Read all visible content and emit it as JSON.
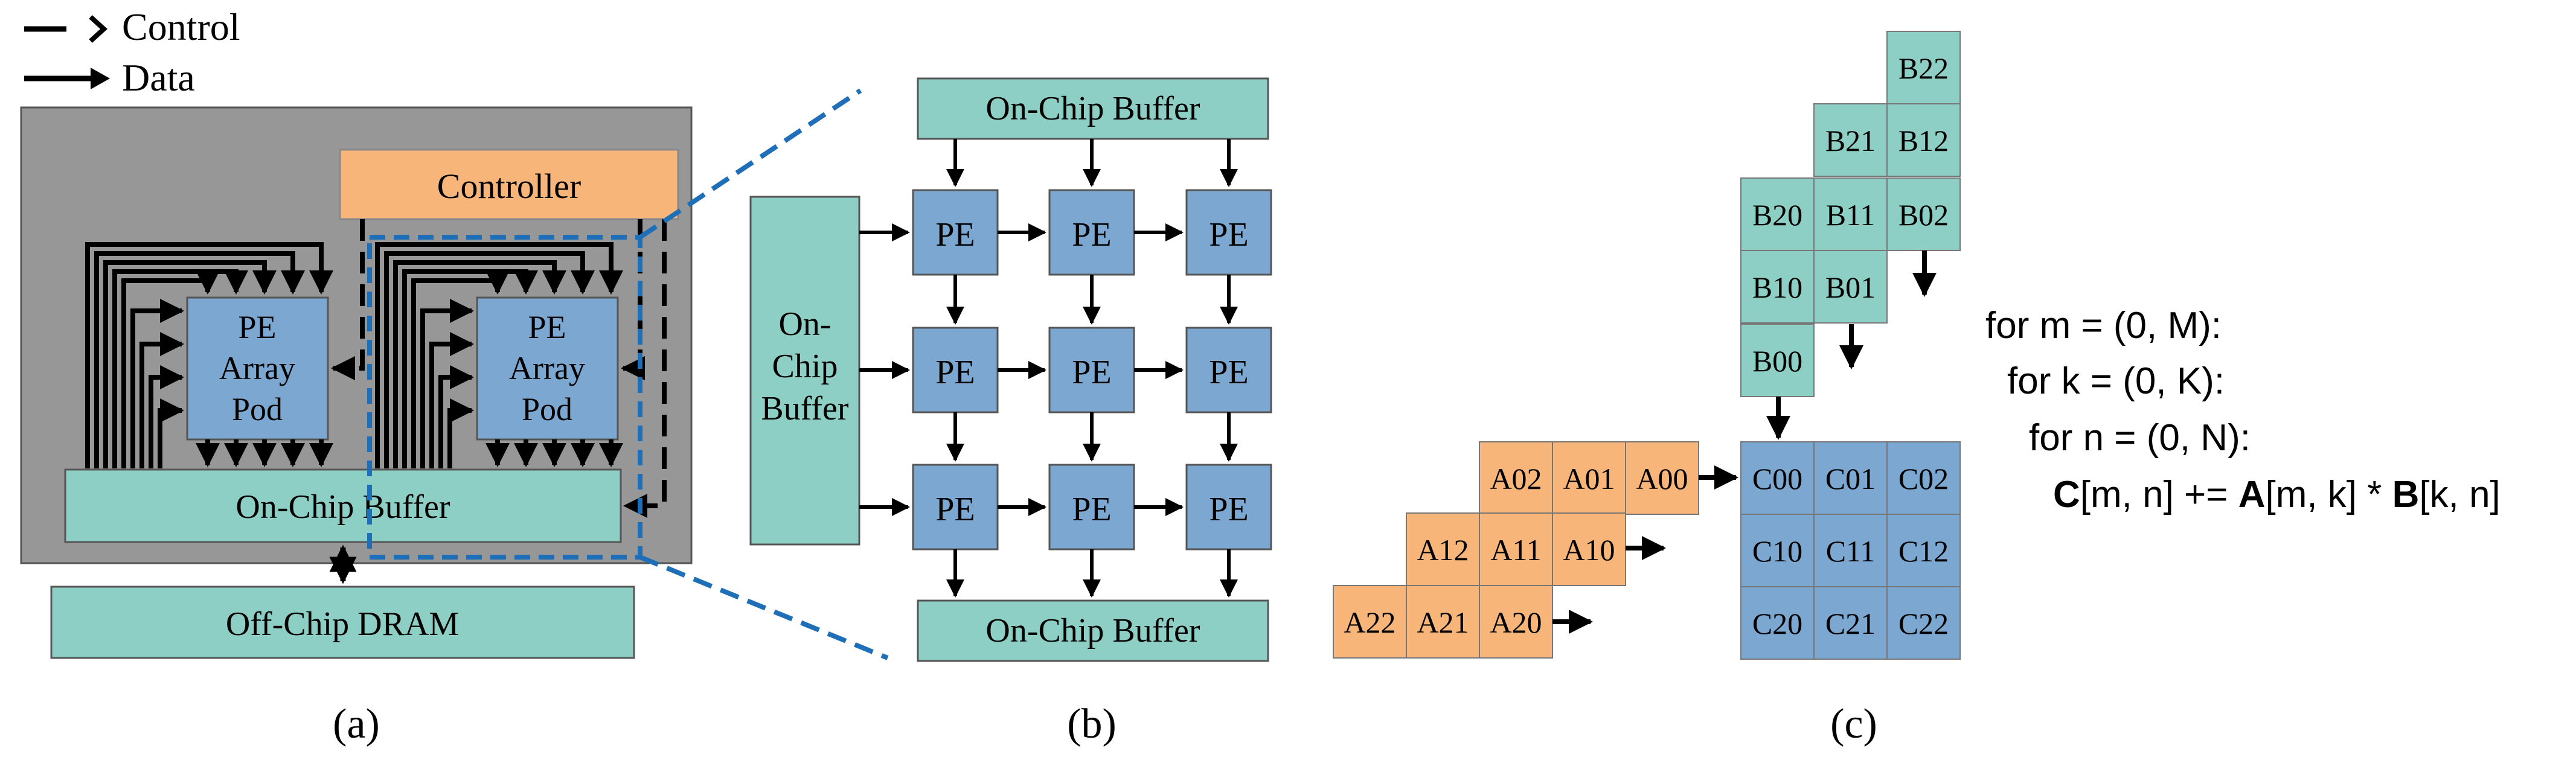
{
  "legend": {
    "control": "Control",
    "data": "Data"
  },
  "panel_a": {
    "controller": "Controller",
    "pe_array_pod": [
      "PE",
      "Array",
      "Pod"
    ],
    "on_chip_buffer": "On-Chip Buffer",
    "off_chip_dram": "Off-Chip DRAM",
    "caption": "(a)"
  },
  "panel_b": {
    "top_buffer": "On-Chip Buffer",
    "left_buffer": [
      "On-",
      "Chip",
      "Buffer"
    ],
    "bottom_buffer": "On-Chip Buffer",
    "pe_label": "PE",
    "caption": "(b)"
  },
  "panel_c": {
    "b_cells": [
      "B22",
      "B21",
      "B12",
      "B20",
      "B11",
      "B02",
      "B10",
      "B01",
      "B00"
    ],
    "a_cells": [
      "A02",
      "A01",
      "A00",
      "A12",
      "A11",
      "A10",
      "A22",
      "A21",
      "A20"
    ],
    "c_cells": [
      "C00",
      "C01",
      "C02",
      "C10",
      "C11",
      "C12",
      "C20",
      "C21",
      "C22"
    ],
    "caption": "(c)"
  },
  "code": {
    "line1": "for m = (0, M):",
    "line2": "for k = (0, K):",
    "line3": "for n = (0, N):",
    "line4": {
      "c": "C",
      "c_rest": "[m, n] += ",
      "a": "A",
      "a_rest": "[m, k] * ",
      "b": "B",
      "b_rest": "[k, n]"
    }
  },
  "colors": {
    "teal": "#8ECFC5",
    "blue": "#7BA7D1",
    "orange": "#F7B57A",
    "gray": "#979797",
    "dashed_blue": "#1F6FB8"
  }
}
